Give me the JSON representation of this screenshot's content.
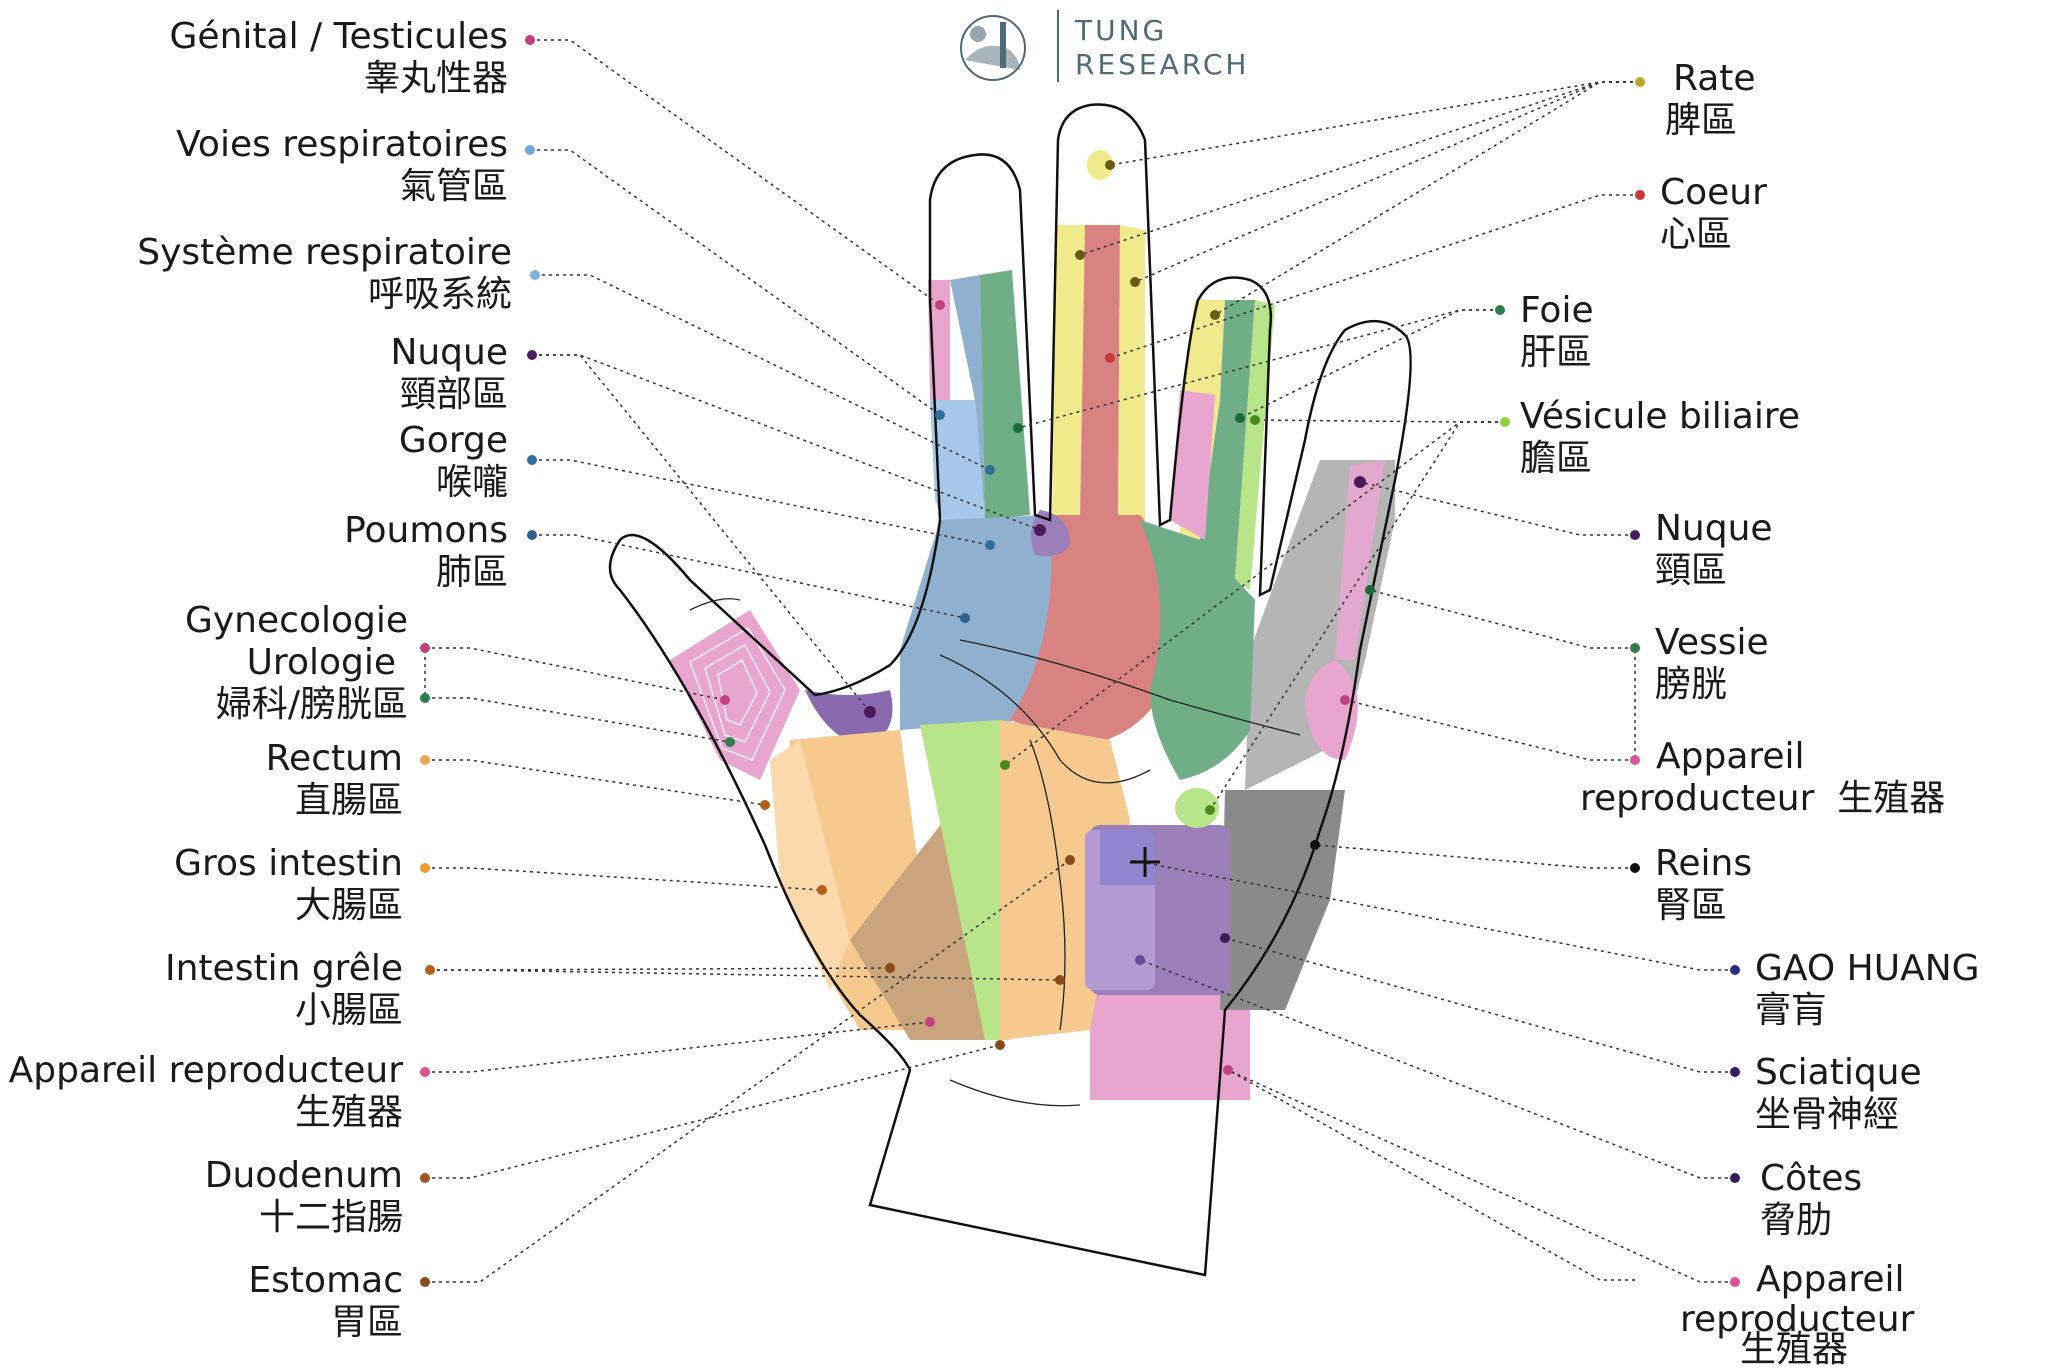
{
  "logo": {
    "line1": "TUNG",
    "line2": "RESEARCH",
    "color": "#4f6a78"
  },
  "labels": {
    "genital": {
      "fr": "Génital / Testicules",
      "zh": "睾丸性器",
      "color": "#c0417f"
    },
    "voies": {
      "fr": "Voies respiratoires",
      "zh": "氣管區",
      "color": "#6fa8d6"
    },
    "systeme": {
      "fr": "Système respiratoire",
      "zh": "呼吸系統",
      "color": "#7fb2db"
    },
    "nuque_l": {
      "fr": "Nuque",
      "zh": "頸部區",
      "color": "#4b1a5c"
    },
    "gorge": {
      "fr": "Gorge",
      "zh": "喉嚨",
      "color": "#2f6f9a"
    },
    "poumons": {
      "fr": "Poumons",
      "zh": "肺區",
      "color": "#2f5f8a"
    },
    "gyneco": {
      "fr1": "Gynecologie",
      "fr2": "Urologie",
      "zh": "婦科/膀胱區",
      "color": "#c0417f"
    },
    "rectum": {
      "fr": "Rectum",
      "zh": "直腸區",
      "color": "#f2a54a"
    },
    "gros": {
      "fr": "Gros intestin",
      "zh": "大腸區",
      "color": "#f29a2e"
    },
    "grele": {
      "fr": "Intestin grêle",
      "zh": "小腸區",
      "color": "#b35f1a"
    },
    "repro_l": {
      "fr": "Appareil reproducteur",
      "zh": "生殖器",
      "color": "#d9559a"
    },
    "duodenum": {
      "fr": "Duodenum",
      "zh": "十二指腸",
      "color": "#a0561c"
    },
    "estomac": {
      "fr": "Estomac",
      "zh": "胃區",
      "color": "#8a4a1a"
    },
    "rate": {
      "fr": "Rate",
      "zh": "脾區",
      "color": "#b8a532"
    },
    "coeur": {
      "fr": "Coeur",
      "zh": "心區",
      "color": "#c83a3a"
    },
    "foie": {
      "fr": "Foie",
      "zh": "肝區",
      "color": "#2e7d4f"
    },
    "vesicule": {
      "fr": "Vésicule biliaire",
      "zh": "膽區",
      "color": "#8bd13a"
    },
    "nuque_r": {
      "fr": "Nuque",
      "zh": "頸區",
      "color": "#4b1a5c"
    },
    "vessie": {
      "fr": "Vessie",
      "zh": "膀胱",
      "color": "#2e7d4f"
    },
    "repro_r1": {
      "fr": "Appareil",
      "fr2": "reproducteur",
      "zh": "生殖器",
      "color": "#d9559a"
    },
    "reins": {
      "fr": "Reins",
      "zh": "腎區",
      "color": "#111111"
    },
    "gaohuang": {
      "fr": "GAO HUANG",
      "zh": "膏肓",
      "color": "#2a2a8a"
    },
    "sciatique": {
      "fr": "Sciatique",
      "zh": "坐骨神經",
      "color": "#3a1a5a"
    },
    "cotes": {
      "fr": "Côtes",
      "zh": "脅肋",
      "color": "#3a1a5a"
    },
    "repro_r2": {
      "fr": "Appareil",
      "fr2": "reproducteur",
      "zh": "生殖器",
      "color": "#d9559a"
    }
  },
  "zone_colors": {
    "pink": "#e8a6cf",
    "blue": "#8fb1cf",
    "lightblue": "#a8c8ea",
    "green": "#6fae86",
    "yellow": "#f0ea8c",
    "red": "#d98282",
    "lightgreen": "#b9e58a",
    "grey": "#b5b5b5",
    "darkgrey": "#8a8a8a",
    "orange": "#f6c98e",
    "peach": "#fbd9ad",
    "brown": "#c9a47c",
    "purple": "#9a7fb8",
    "violet": "#8a6aae",
    "lilac": "#b39ad0"
  }
}
